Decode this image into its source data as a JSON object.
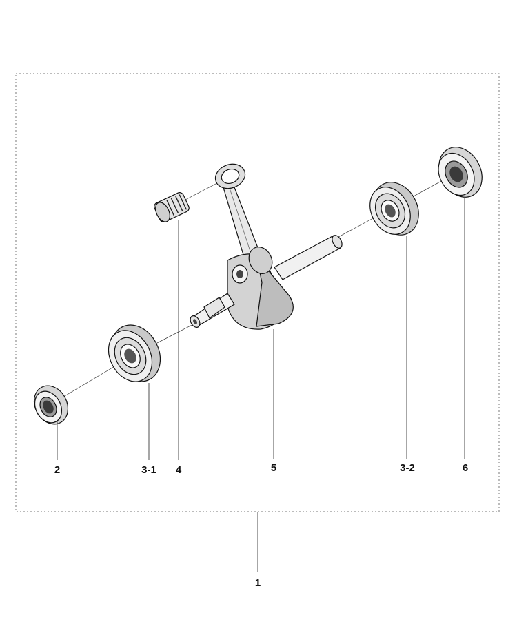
{
  "diagram": {
    "assembly_label": "1",
    "callouts": {
      "oil_seal_left": "2",
      "bearing_left": "3-1",
      "needle_bearing": "4",
      "crankshaft": "5",
      "bearing_right": "3-2",
      "oil_seal_right": "6"
    }
  }
}
